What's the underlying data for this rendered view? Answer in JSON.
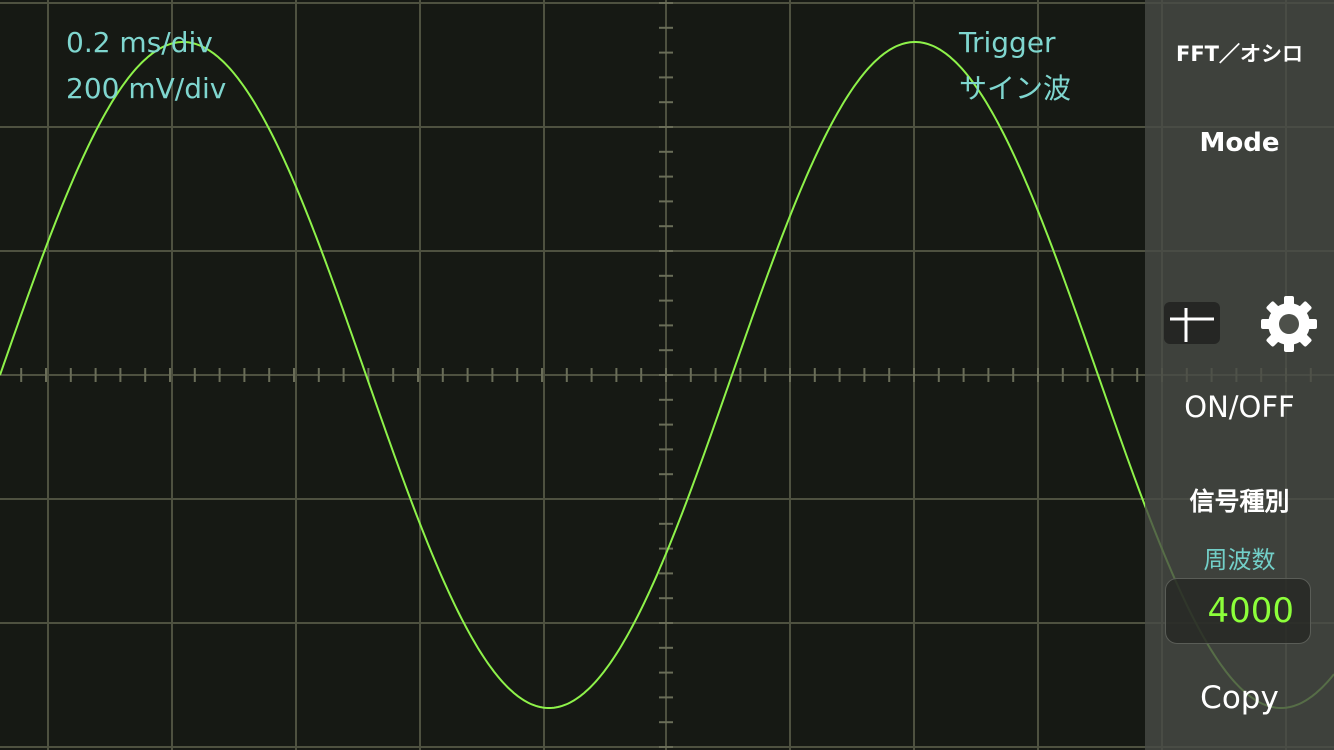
{
  "scope": {
    "timebase": "0.2 ms/div",
    "voltage_scale": "200 mV/div",
    "trigger_label": "Trigger",
    "trigger_source": "サイン波",
    "waveform": "sine",
    "grid_color": "#4e5140",
    "trace_color": "#8ef24a",
    "background_color": "#161914"
  },
  "panel": {
    "fft_osc_label": "FFT／オシロ",
    "mode_label": "Mode",
    "cursor_icon": "cursor-crosshair-icon",
    "settings_icon": "gear-icon",
    "onoff_label": "ON/OFF",
    "signal_type_label": "信号種別",
    "frequency_label": "周波数",
    "frequency_value": "4000",
    "copy_label": "Copy"
  }
}
